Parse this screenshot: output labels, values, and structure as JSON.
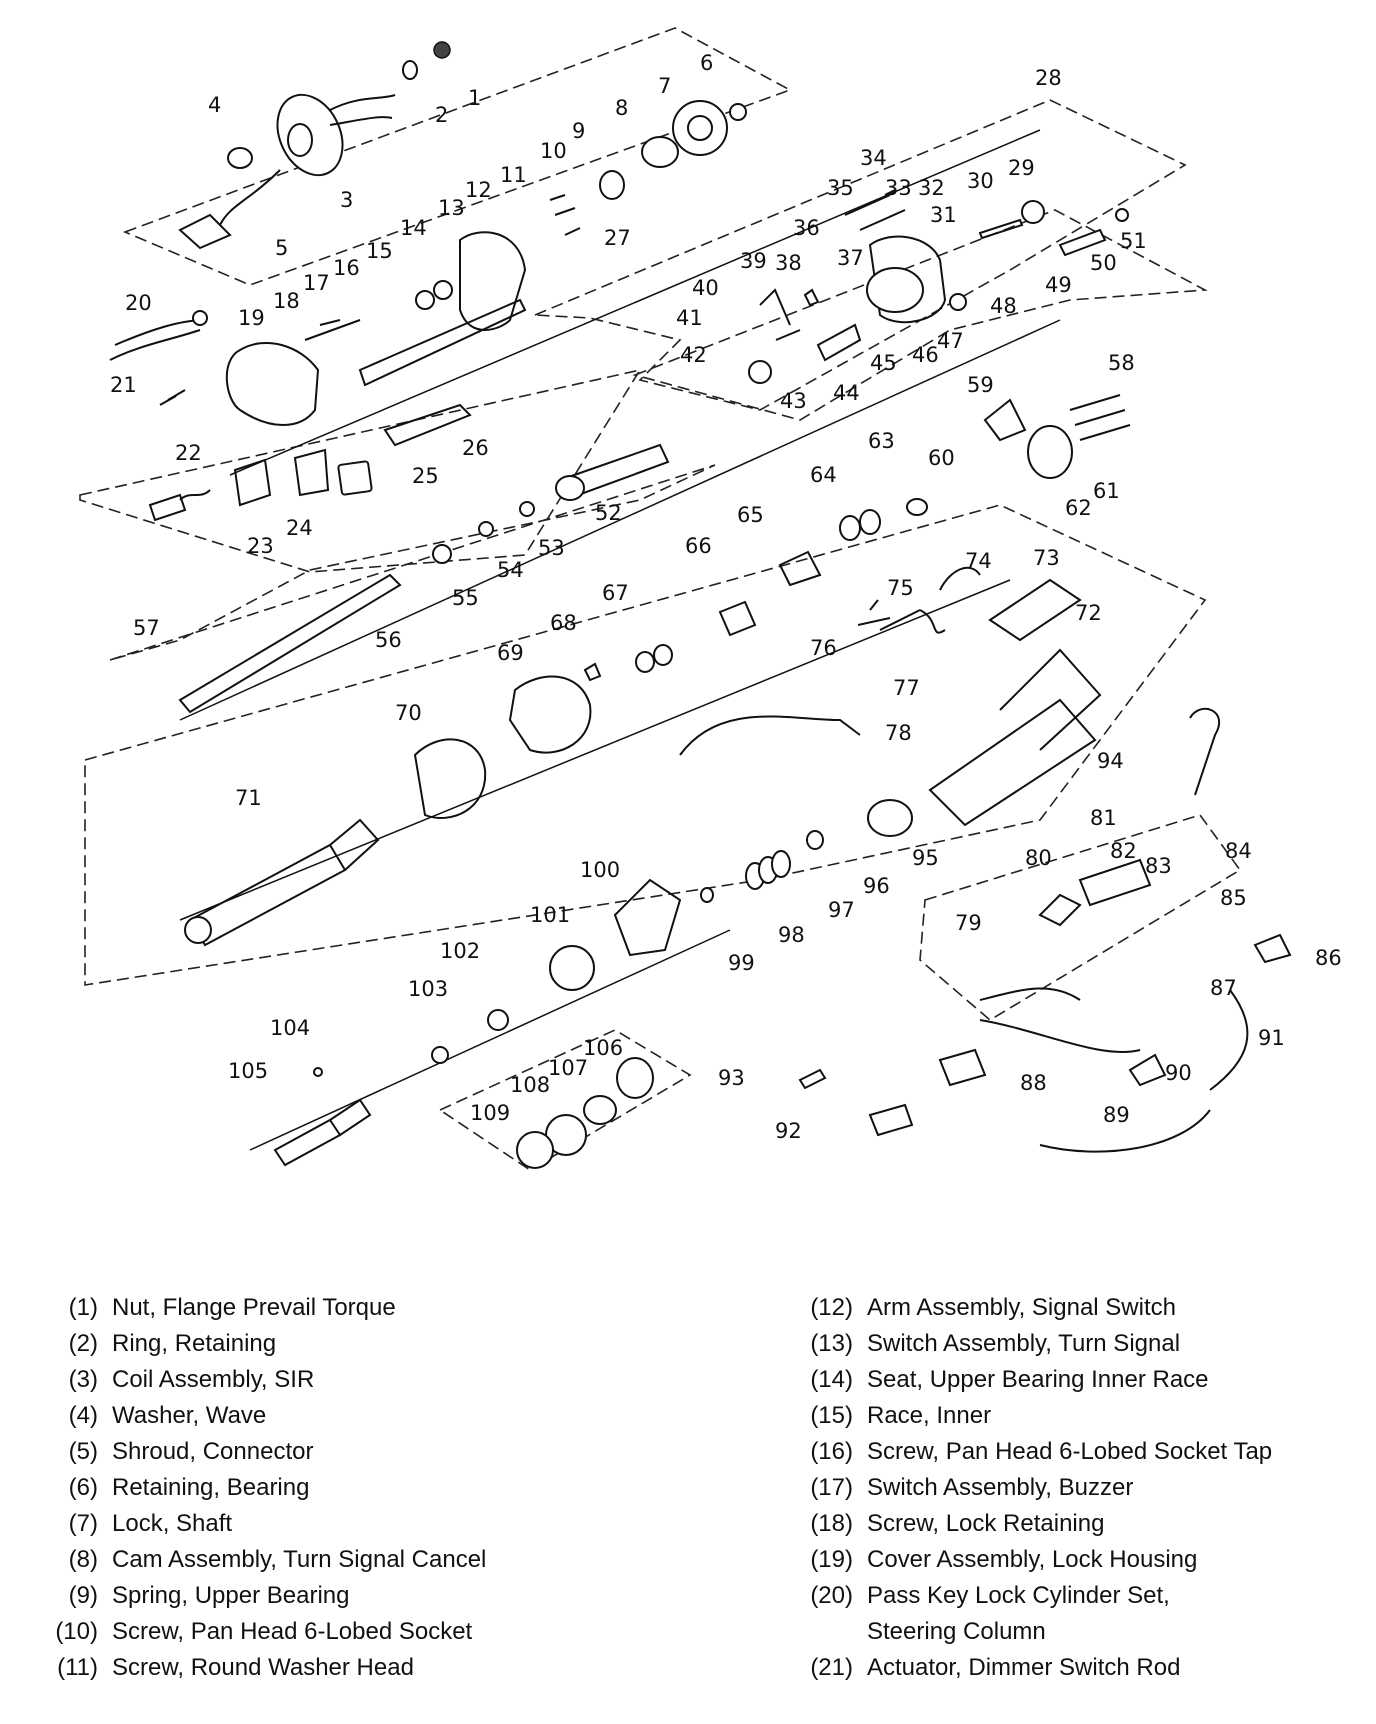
{
  "callouts": [
    "1",
    "2",
    "3",
    "4",
    "5",
    "6",
    "7",
    "8",
    "9",
    "10",
    "11",
    "12",
    "13",
    "14",
    "15",
    "16",
    "17",
    "18",
    "19",
    "20",
    "21",
    "22",
    "23",
    "24",
    "25",
    "26",
    "27",
    "28",
    "29",
    "30",
    "31",
    "32",
    "33",
    "34",
    "35",
    "36",
    "37",
    "38",
    "39",
    "40",
    "41",
    "42",
    "43",
    "44",
    "45",
    "46",
    "47",
    "48",
    "49",
    "50",
    "51",
    "52",
    "53",
    "54",
    "55",
    "56",
    "57",
    "58",
    "59",
    "60",
    "61",
    "62",
    "63",
    "64",
    "65",
    "66",
    "67",
    "68",
    "69",
    "70",
    "71",
    "72",
    "73",
    "74",
    "75",
    "76",
    "77",
    "78",
    "79",
    "80",
    "81",
    "82",
    "83",
    "84",
    "85",
    "86",
    "87",
    "88",
    "89",
    "90",
    "91",
    "92",
    "93",
    "94",
    "95",
    "96",
    "97",
    "98",
    "99",
    "100",
    "101",
    "102",
    "103",
    "104",
    "105",
    "106",
    "107",
    "108",
    "109"
  ],
  "legend": {
    "left": [
      {
        "num": "(1)",
        "desc": "Nut, Flange Prevail Torque"
      },
      {
        "num": "(2)",
        "desc": "Ring, Retaining"
      },
      {
        "num": "(3)",
        "desc": "Coil Assembly, SIR"
      },
      {
        "num": "(4)",
        "desc": "Washer, Wave"
      },
      {
        "num": "(5)",
        "desc": "Shroud, Connector"
      },
      {
        "num": "(6)",
        "desc": "Retaining, Bearing"
      },
      {
        "num": "(7)",
        "desc": "Lock, Shaft"
      },
      {
        "num": "(8)",
        "desc": "Cam Assembly, Turn Signal Cancel"
      },
      {
        "num": "(9)",
        "desc": "Spring, Upper Bearing"
      },
      {
        "num": "(10)",
        "desc": "Screw, Pan Head 6-Lobed Socket"
      },
      {
        "num": "(11)",
        "desc": "Screw, Round Washer Head"
      }
    ],
    "right": [
      {
        "num": "(12)",
        "desc": "Arm Assembly, Signal Switch"
      },
      {
        "num": "(13)",
        "desc": "Switch Assembly, Turn Signal"
      },
      {
        "num": "(14)",
        "desc": "Seat, Upper Bearing Inner Race"
      },
      {
        "num": "(15)",
        "desc": "Race, Inner"
      },
      {
        "num": "(16)",
        "desc": "Screw, Pan Head 6-Lobed Socket Tap"
      },
      {
        "num": "(17)",
        "desc": "Switch Assembly, Buzzer"
      },
      {
        "num": "(18)",
        "desc": "Screw, Lock Retaining"
      },
      {
        "num": "(19)",
        "desc": "Cover Assembly, Lock Housing"
      },
      {
        "num": "(20)",
        "desc": "Pass Key Lock Cylinder Set,\nSteering Column"
      },
      {
        "num": "(21)",
        "desc": "Actuator, Dimmer Switch Rod"
      }
    ]
  }
}
